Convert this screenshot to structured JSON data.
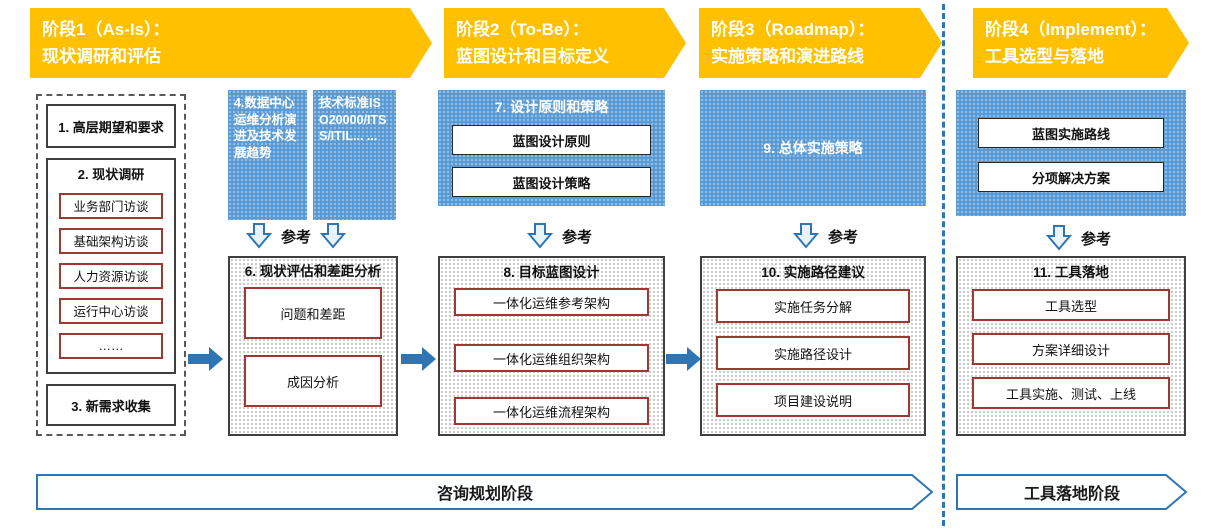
{
  "colors": {
    "phase_header": "#FFC000",
    "blue_panel": "#5B9BD5",
    "flow_arrow": "#2E75B6",
    "red_box_border": "#9C3A32"
  },
  "headers": [
    {
      "line1": "阶段1（As-Is）：",
      "line2": "现状调研和评估"
    },
    {
      "line1": "阶段2（To-Be）：",
      "line2": "蓝图设计和目标定义"
    },
    {
      "line1": "阶段3（Roadmap）：",
      "line2": "实施策略和演进路线"
    },
    {
      "line1": "阶段4（Implement）：",
      "line2": "工具选型与落地"
    }
  ],
  "ref_label": "参考",
  "phase1": {
    "expectations": "1. 高层期望和要求",
    "survey_title": "2. 现状调研",
    "survey_items": [
      "业务部门访谈",
      "基础架构访谈",
      "人力资源访谈",
      "运行中心访谈",
      "……"
    ],
    "new_requirements": "3. 新需求收集",
    "dc_trend": "4.数据中心运维分析演进及技术发展趋势",
    "tech_standard": "技术标准ISO20000/ITSS/ITIL... ...",
    "assessment_title": "6. 现状评估和差距分析",
    "assessment_items": [
      "问题和差距",
      "成因分析"
    ]
  },
  "phase2": {
    "principles_title": "7. 设计原则和策略",
    "principles_items": [
      "蓝图设计原则",
      "蓝图设计策略"
    ],
    "blueprint_title": "8. 目标蓝图设计",
    "blueprint_items": [
      "一体化运维参考架构",
      "一体化运维组织架构",
      "一体化运维流程架构"
    ]
  },
  "phase3": {
    "strategy": "9. 总体实施策略",
    "roadmap_title": "10. 实施路径建议",
    "roadmap_items": [
      "实施任务分解",
      "实施路径设计",
      "项目建设说明"
    ]
  },
  "phase4": {
    "inputs": [
      "蓝图实施路线",
      "分项解决方案"
    ],
    "landing_title": "11. 工具落地",
    "landing_items": [
      "工具选型",
      "方案详细设计",
      "工具实施、测试、上线"
    ]
  },
  "footer": {
    "consulting": "咨询规划阶段",
    "landing": "工具落地阶段"
  }
}
